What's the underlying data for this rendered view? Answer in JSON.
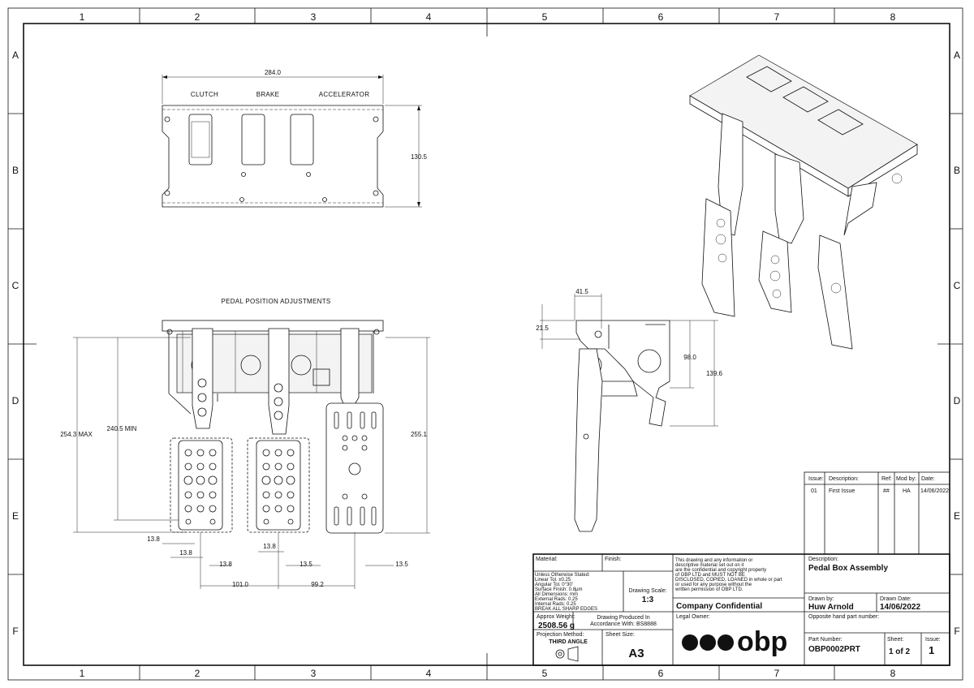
{
  "zones": {
    "columns": [
      "1",
      "2",
      "3",
      "4",
      "5",
      "6",
      "7",
      "8"
    ],
    "rows": [
      "A",
      "B",
      "C",
      "D",
      "E",
      "F"
    ]
  },
  "top_view": {
    "overall_width": "284.0",
    "height": "130.5",
    "labels": [
      "CLUTCH",
      "BRAKE",
      "ACCELERATOR"
    ]
  },
  "front_view": {
    "title": "PEDAL POSITION ADJUSTMENTS",
    "dims": {
      "max": "254.3 MAX",
      "min": "240.5 MIN",
      "right_height": "255.1",
      "d1": "13.8",
      "d2": "13.8",
      "d3": "13.8",
      "d4": "13.8",
      "d5": "13.5",
      "d6": "13.5",
      "d7": "101.0",
      "d8": "99.2"
    }
  },
  "side_view": {
    "dims": {
      "top": "41.5",
      "left": "21.5",
      "mid": "98.0",
      "right": "139.6"
    }
  },
  "revision_table": {
    "headers": [
      "Issue:",
      "Description:",
      "Ref:",
      "Mod by:",
      "Date:"
    ],
    "rows": [
      [
        "01",
        "First Issue",
        "##",
        "HA",
        "14/06/2022"
      ]
    ]
  },
  "title_block": {
    "material_label": "Material:",
    "finish_label": "Finish:",
    "tolerances": [
      "Unless Otherwise Stated:",
      "Linear Tol.   ±0.25",
      "Angular Tol.  0°30'",
      "Surface Finish: 0.8µm",
      "All Dimensions: mm",
      "External Rads: 0.25",
      "Internal Rads: 0.25",
      "BREAK ALL SHARP EDGES"
    ],
    "scale_label": "Drawing Scale:",
    "scale": "1:3",
    "confidential_text": [
      "This drawing and any information or",
      "descriptive material set out on it",
      "are the confidential and copyright property",
      "of OBP LTD and MUST NOT BE",
      "DISCLOSED, COPIED, LOANED in whole or part",
      "or used for any purpose without the",
      "written permission of OBP LTD."
    ],
    "company_confidential": "Company Confidential",
    "description_label": "Description:",
    "description": "Pedal Box Assembly",
    "drawn_by_label": "Drawn by:",
    "drawn_by": "Huw Arnold",
    "drawn_date_label": "Drawn Date:",
    "drawn_date": "14/06/2022",
    "weight_label": "Approx Weight:",
    "weight": "2508.56 g",
    "standard_line1": "Drawing Produced In",
    "standard_line2": "Accordance With: BS8888",
    "legal_owner_label": "Legal Owner:",
    "opposite_label": "Opposite hand part number:",
    "projection_label": "Projection Method:",
    "projection": "THIRD ANGLE",
    "sheet_size_label": "Sheet Size:",
    "sheet_size": "A3",
    "part_number_label": "Part Number:",
    "part_number": "OBP0002PRT",
    "sheet_label": "Sheet:",
    "sheet": "1 of 2",
    "issue_label": "Issue:",
    "issue": "1",
    "logo_text": "obp"
  }
}
